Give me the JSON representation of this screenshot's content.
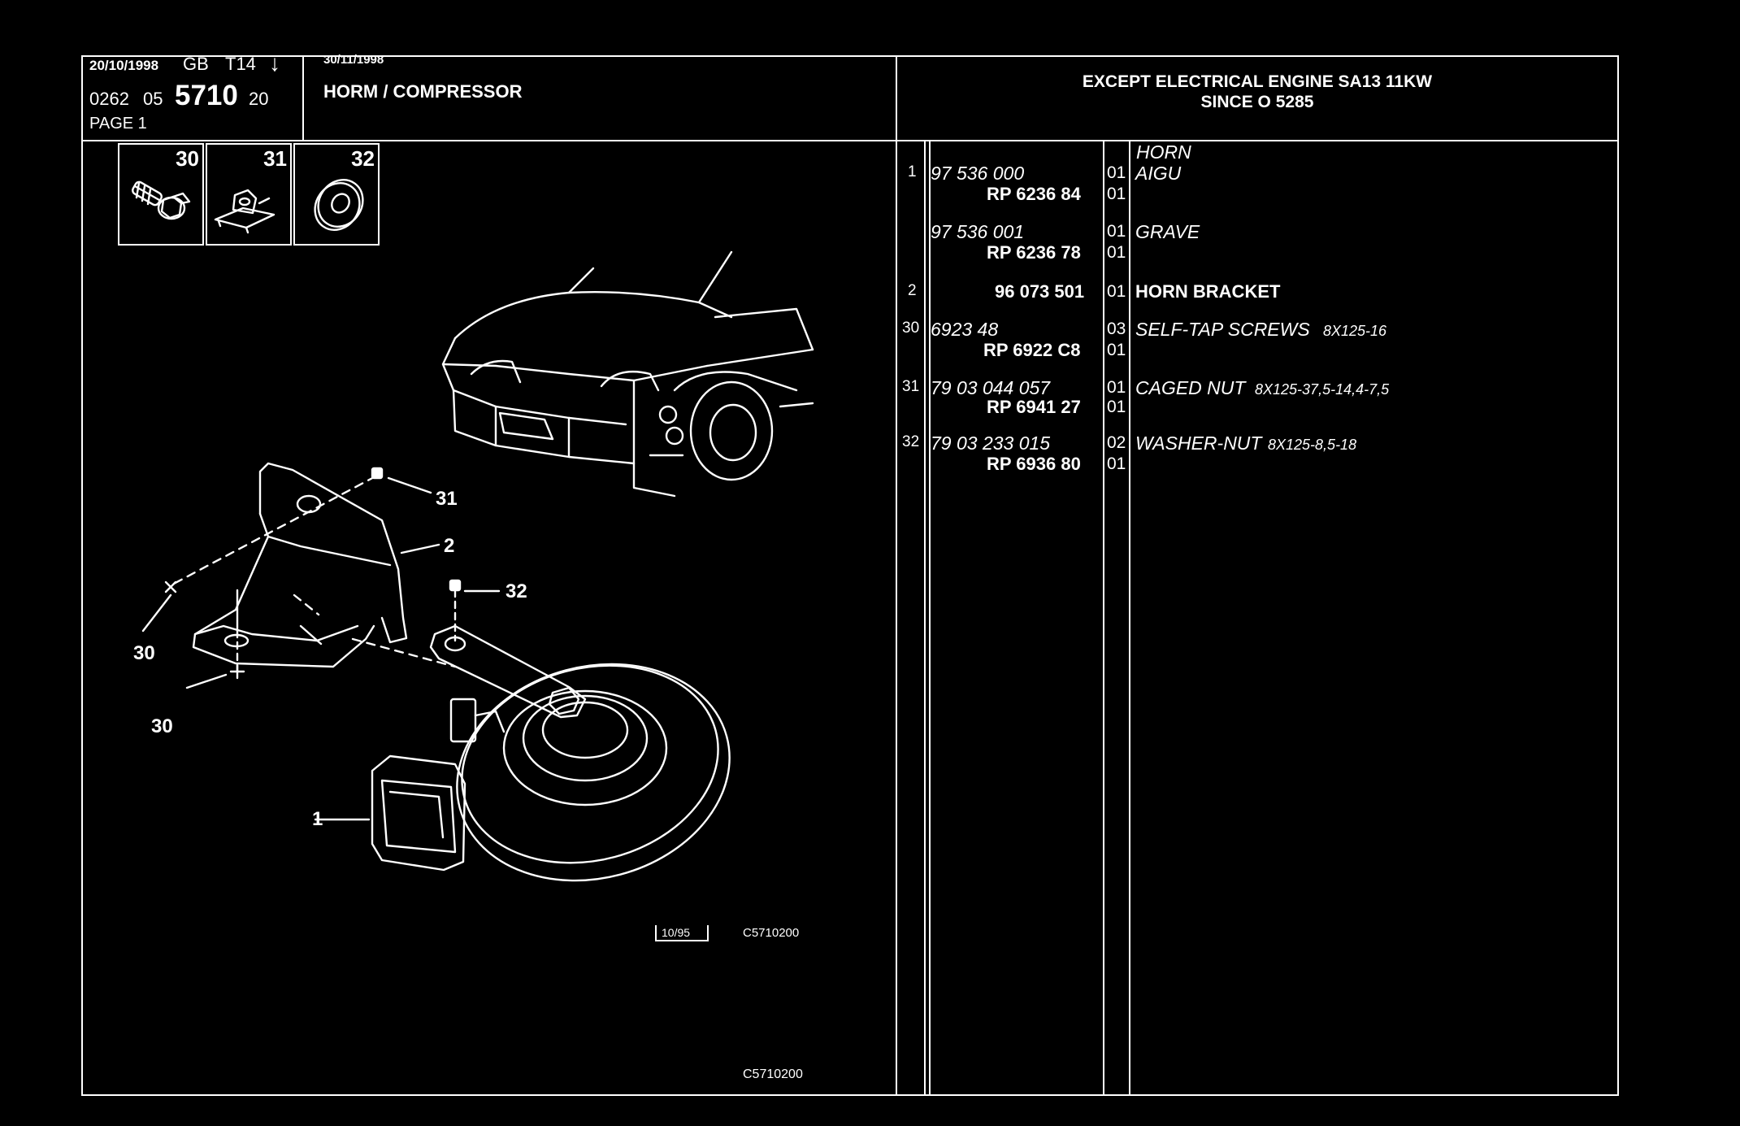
{
  "header": {
    "date1": "20/10/1998",
    "lang": "GB",
    "code": "T14",
    "arrow": "↓",
    "ref_a": "0262",
    "ref_b": "05",
    "ref_main": "5710",
    "ref_c": "20",
    "page": "PAGE  1",
    "date2": "30/11/1998",
    "title": "HORM / COMPRESSOR",
    "note_line1": "EXCEPT  ELECTRICAL  ENGINE SA13 11KW",
    "note_line2": "SINCE  O   5285"
  },
  "thumbnails": [
    {
      "num": "30",
      "icon": "screw-icon"
    },
    {
      "num": "31",
      "icon": "caged-nut-icon"
    },
    {
      "num": "32",
      "icon": "washer-nut-icon"
    }
  ],
  "callouts": {
    "c31": "31",
    "c2": "2",
    "c32": "32",
    "c30a": "30",
    "c30b": "30",
    "c1": "1"
  },
  "drawing_ref": {
    "date_box": "10/95",
    "code": "C5710200"
  },
  "footer_code": "C5710200",
  "parts": [
    {
      "item": "",
      "ref": "",
      "rp": "",
      "qty1": "",
      "qty2": "",
      "desc": "HORN",
      "desc_style": "italic"
    },
    {
      "item": "1",
      "ref": "97 536 000",
      "rp": "RP  6236 84",
      "qty1": "01",
      "qty2": "01",
      "desc": "AIGU",
      "desc_style": "italic"
    },
    {
      "item": "",
      "ref": "97 536 001",
      "rp": "RP  6236 78",
      "qty1": "01",
      "qty2": "01",
      "desc": "GRAVE",
      "desc_style": "italic"
    },
    {
      "item": "2",
      "ref": "",
      "rp": "96 073 501",
      "qty1": "01",
      "qty2": "",
      "desc": "HORN BRACKET",
      "desc_style": "bold"
    },
    {
      "item": "30",
      "ref": "6923 48",
      "rp": "RP  6922 C8",
      "qty1": "03",
      "qty2": "01",
      "desc": "SELF-TAP SCREWS",
      "spec": "8X125-16",
      "desc_style": "italic"
    },
    {
      "item": "31",
      "ref": "79 03 044 057",
      "rp": "RP  6941 27",
      "qty1": "01",
      "qty2": "01",
      "desc": "CAGED NUT",
      "spec": "8X125-37,5-14,4-7,5",
      "desc_style": "italic"
    },
    {
      "item": "32",
      "ref": "79 03 233 015",
      "rp": "RP  6936 80",
      "qty1": "02",
      "qty2": "01",
      "desc": "WASHER-NUT",
      "spec": "8X125-8,5-18",
      "desc_style": "italic"
    }
  ]
}
